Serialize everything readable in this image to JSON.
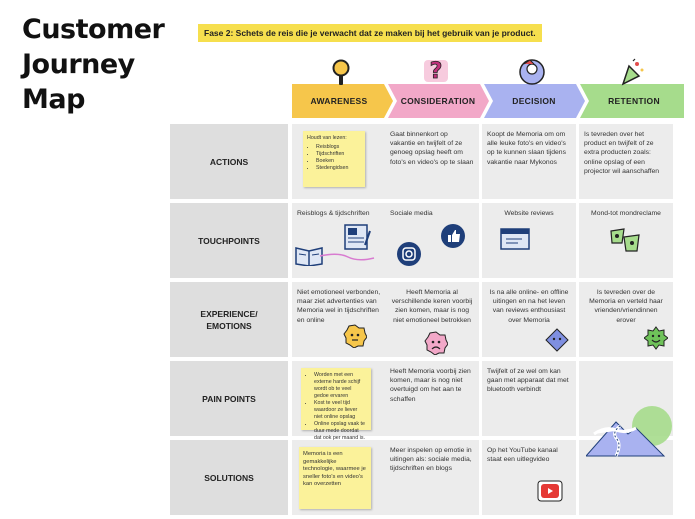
{
  "title": [
    "Customer",
    "Journey",
    "Map"
  ],
  "phase_label": "Fase 2: Schets de reis die je verwacht dat ze maken bij het gebruik van je product.",
  "stages": [
    {
      "label": "AWARENESS",
      "color": "#f6c64b"
    },
    {
      "label": "CONSIDERATION",
      "color": "#f2a8c8"
    },
    {
      "label": "DECISION",
      "color": "#a9b2f0"
    },
    {
      "label": "RETENTION",
      "color": "#a6dc8c"
    }
  ],
  "rows": [
    {
      "label": "ACTIONS"
    },
    {
      "label": "TOUCHPOINTS"
    },
    {
      "label": "EXPERIENCE/\nEMOTIONS"
    },
    {
      "label": "PAIN POINTS"
    },
    {
      "label": "SOLUTIONS"
    }
  ],
  "cells": {
    "actions": {
      "awareness_sticky_title": "Houdt van lezen:",
      "awareness_sticky_items": [
        "Reisblogs",
        "Tijdschriften",
        "Boeken",
        "Stedengidsen"
      ],
      "consideration": "Gaat binnenkort op vakantie en twijfelt of ze genoeg opslag heeft om foto's en video's op te slaan",
      "decision": "Koopt de Memoria om om alle leuke foto's en video's op te kunnen slaan tijdens vakantie naar Mykonos",
      "retention": "Is tevreden over het product en twijfelt of ze extra producten zoals: online opslag of een projector wil aanschaffen"
    },
    "touchpoints": {
      "awareness": "Reisblogs & tijdschriften",
      "consideration": "Sociale media",
      "decision": "Website reviews",
      "retention": "Mond-tot mondreclame"
    },
    "experience": {
      "awareness": "Niet emotioneel verbonden, maar ziet advertenties van Memoria wel in tijdschriften en online",
      "consideration": "Heeft Memoria al verschillende keren voorbij zien komen, maar is nog niet emotioneel betrokken",
      "decision": "Is na alle online- en offline uitingen en na het leven van reviews enthousiast over Memoria",
      "retention": "Is tevreden over de Memoria en verteld haar vrienden/vriendinnen erover"
    },
    "pain": {
      "awareness_sticky_items": [
        "Worden met een externe harde schijf wordt ob te veel gedoe ervaren",
        "Kost te veel tijd waardoor ze liever niet online opslag",
        "Online opslag vaak te duur mede doordat dat ook per maand is."
      ],
      "consideration": "Heeft Memoria voorbij zien komen, maar is nog niet overtuigd om het aan te schaffen",
      "decision": "Twijfelt of ze wel om kan gaan met apparaat dat met bluetooth verbindt"
    },
    "solutions": {
      "awareness_sticky": "Memoria is een gemakkelijke technologie, waarmee je sneller foto's en video's kan overzetten",
      "consideration": "Meer inspelen op emotie in uitingen als: sociale media, tijdschriften en blogs",
      "decision": "Op het YouTube kanaal staat een uitlegvideo"
    }
  },
  "icons": {
    "awareness": "magnifier-icon",
    "consideration": "question-mark-icon",
    "decision": "thinking-head-icon",
    "retention": "party-popper-icon"
  }
}
